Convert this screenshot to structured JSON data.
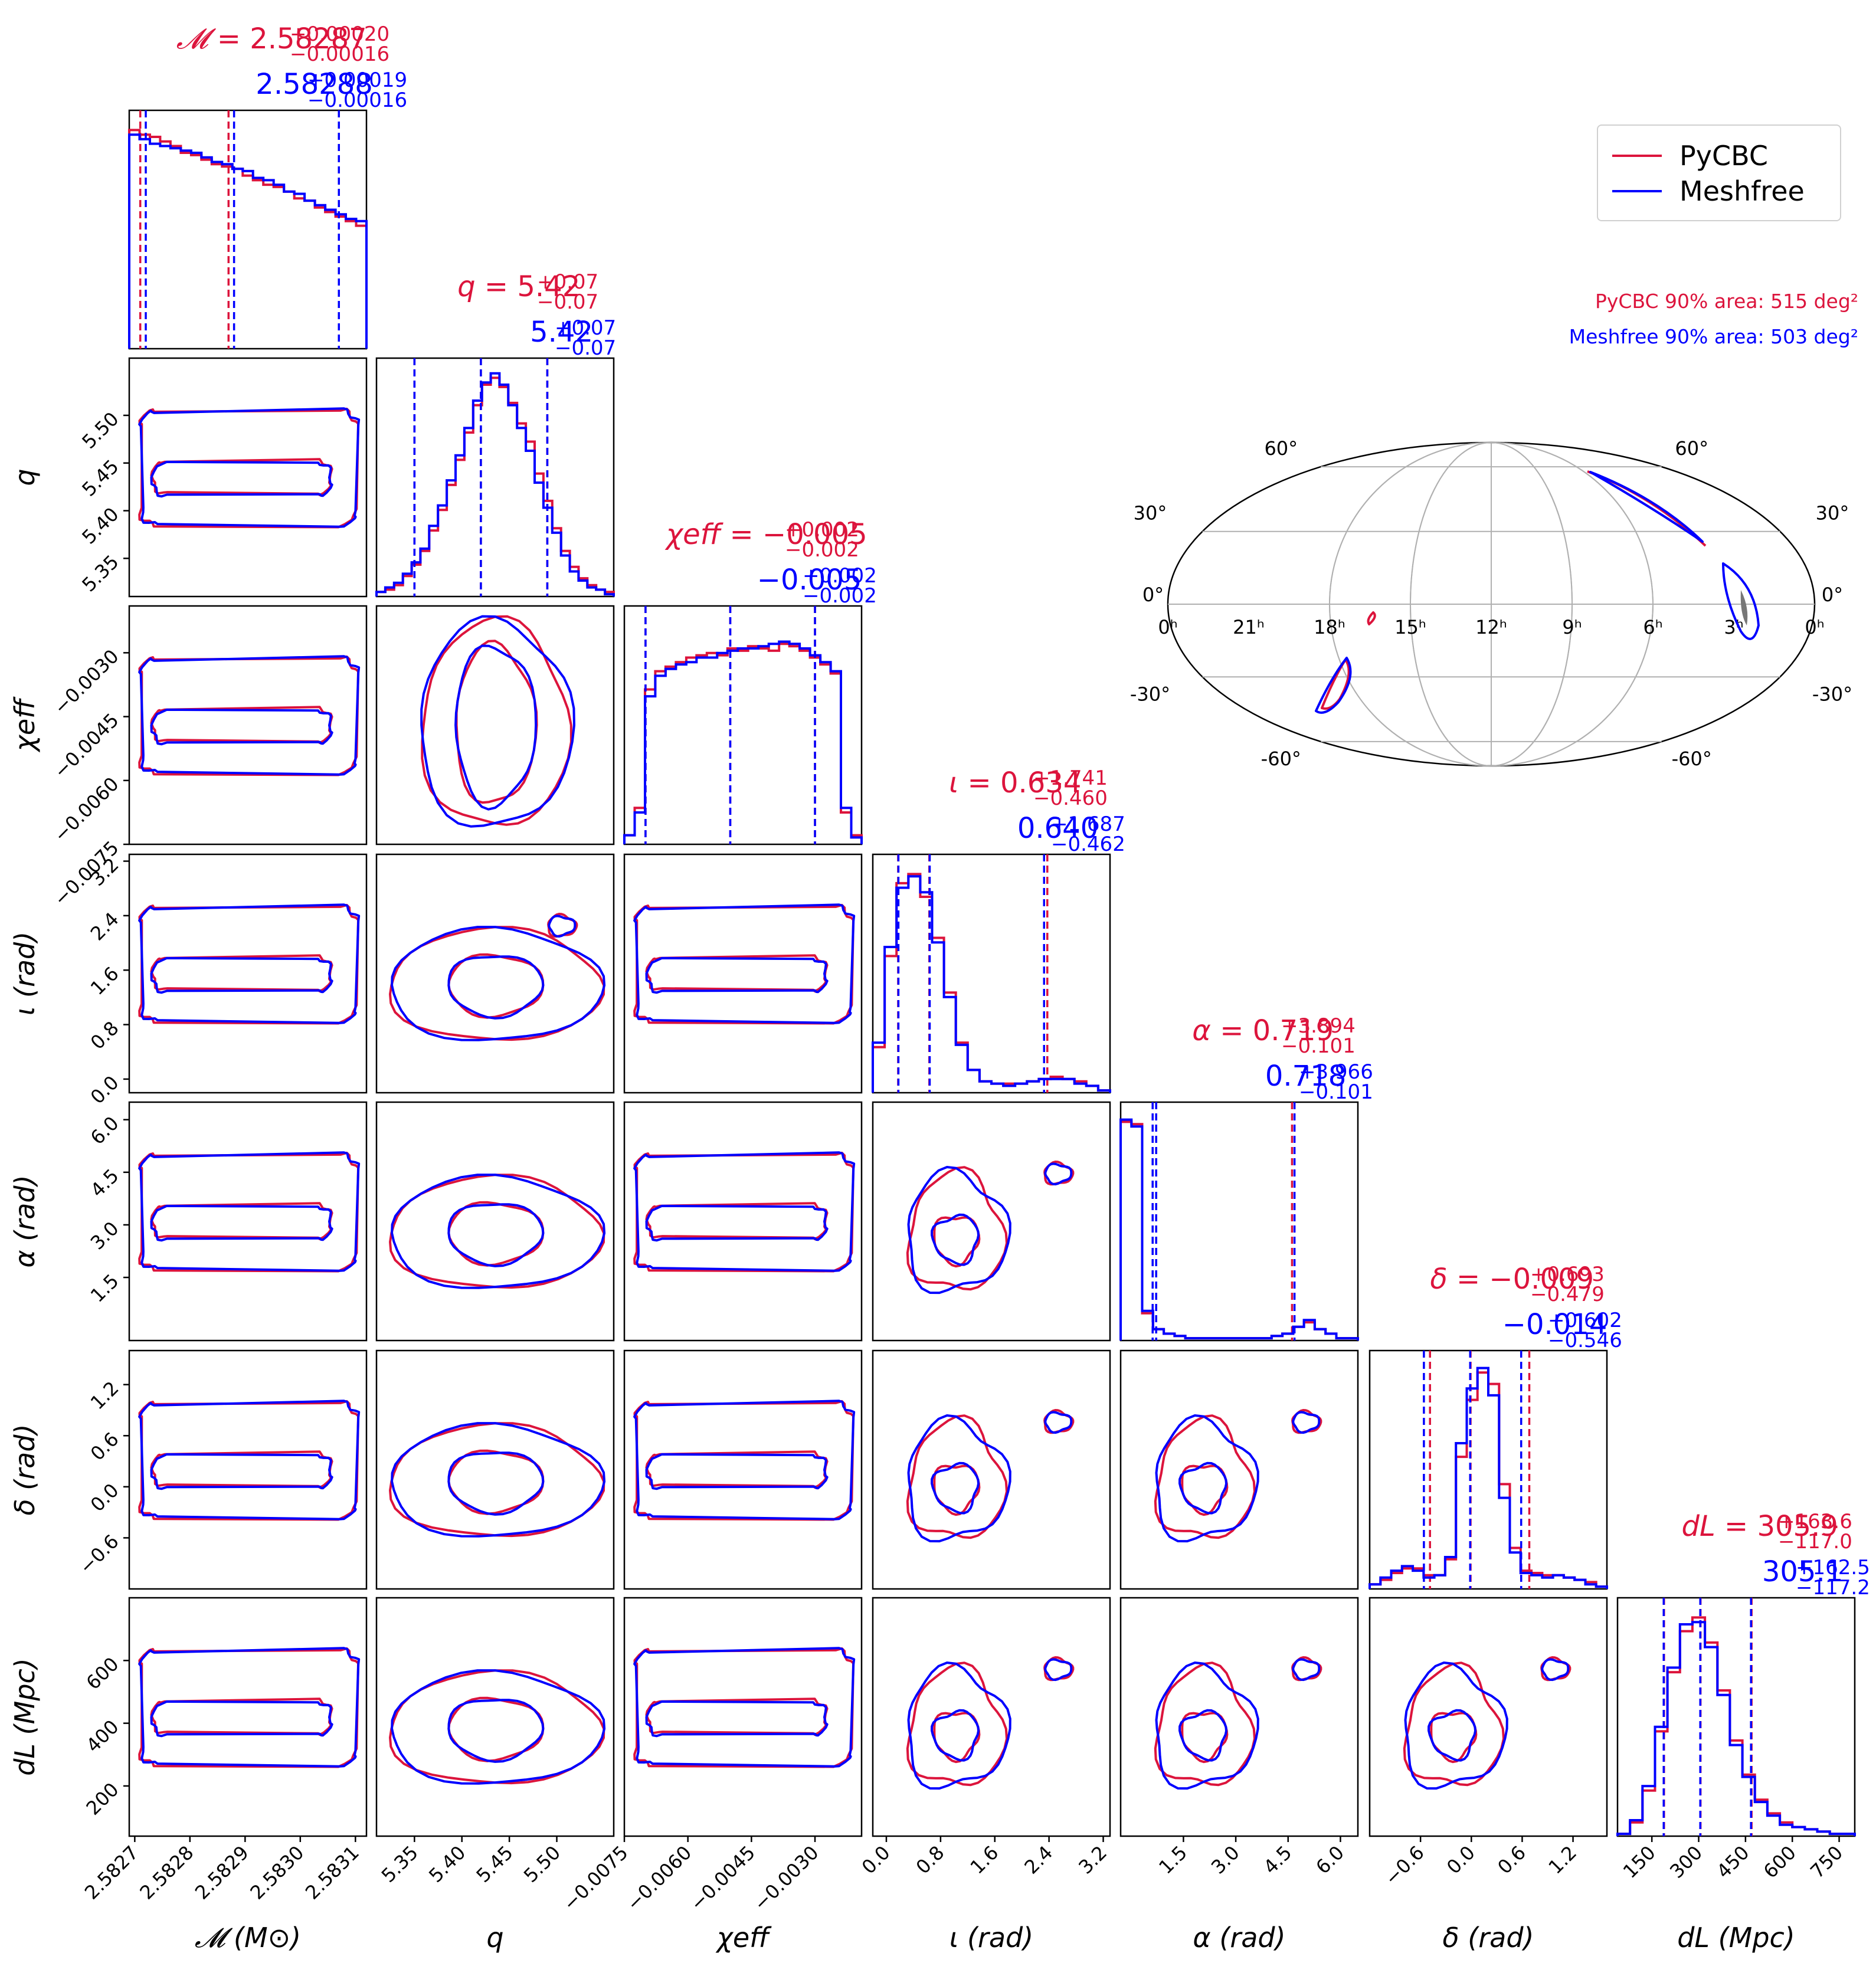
{
  "colors": {
    "pycbc": "#dc143c",
    "meshfree": "#0000ff",
    "grid": "#b0b0b0"
  },
  "legend": {
    "entries": [
      "PyCBC",
      "Meshfree"
    ]
  },
  "skymap": {
    "pycbc_area_label": "PyCBC 90% area: 515 deg²",
    "meshfree_area_label": "Meshfree 90% area: 503 deg²",
    "ra_ticks": [
      "0ʰ",
      "21ʰ",
      "18ʰ",
      "15ʰ",
      "12ʰ",
      "9ʰ",
      "6ʰ",
      "3ʰ",
      "0ʰ"
    ],
    "dec_ticks": [
      "60°",
      "30°",
      "0°",
      "-30°",
      "-60°"
    ]
  },
  "chart_data": {
    "type": "corner",
    "params": [
      {
        "symbol": "𝓜",
        "label": "𝓜 (M⊙)",
        "ylabel": "",
        "range": [
          2.58269,
          2.58312
        ],
        "ticks": [
          "2.5827",
          "2.5828",
          "2.5829",
          "2.5830",
          "2.5831"
        ],
        "tick_values": [
          2.5827,
          2.5828,
          2.5829,
          2.583,
          2.5831
        ],
        "pycbc": {
          "median": "2.58287",
          "plus": "+0.00020",
          "minus": "−0.00016"
        },
        "meshfree": {
          "median": "2.58288",
          "plus": "+0.00019",
          "minus": "−0.00016"
        }
      },
      {
        "symbol": "q",
        "label": "q",
        "ylabel": "q",
        "range": [
          5.31,
          5.56
        ],
        "ticks": [
          "5.35",
          "5.40",
          "5.45",
          "5.50"
        ],
        "tick_values": [
          5.35,
          5.4,
          5.45,
          5.5
        ],
        "pycbc": {
          "median": "5.42",
          "plus": "+0.07",
          "minus": "−0.07"
        },
        "meshfree": {
          "median": "5.42",
          "plus": "+0.07",
          "minus": "−0.07"
        }
      },
      {
        "symbol": "χeff",
        "label": "χeff",
        "ylabel": "χeff",
        "range": [
          -0.0075,
          -0.0019
        ],
        "ticks": [
          "−0.0075",
          "−0.0060",
          "−0.0045",
          "−0.0030"
        ],
        "tick_values": [
          -0.0075,
          -0.006,
          -0.0045,
          -0.003
        ],
        "pycbc": {
          "median": "−0.005",
          "plus": "+0.002",
          "minus": "−0.002"
        },
        "meshfree": {
          "median": "−0.005",
          "plus": "+0.002",
          "minus": "−0.002"
        }
      },
      {
        "symbol": "ι",
        "label": "ι (rad)",
        "ylabel": "ι (rad)",
        "range": [
          -0.2,
          3.3
        ],
        "ticks": [
          "0.0",
          "0.8",
          "1.6",
          "2.4",
          "3.2"
        ],
        "tick_values": [
          0.0,
          0.8,
          1.6,
          2.4,
          3.2
        ],
        "pycbc": {
          "median": "0.634",
          "plus": "+1.741",
          "minus": "−0.460"
        },
        "meshfree": {
          "median": "0.640",
          "plus": "+1.687",
          "minus": "−0.462"
        }
      },
      {
        "symbol": "α",
        "label": "α (rad)",
        "ylabel": "α (rad)",
        "range": [
          -0.3,
          6.5
        ],
        "ticks": [
          "1.5",
          "3.0",
          "4.5",
          "6.0"
        ],
        "tick_values": [
          1.5,
          3.0,
          4.5,
          6.0
        ],
        "pycbc": {
          "median": "0.719",
          "plus": "+3.894",
          "minus": "−0.101"
        },
        "meshfree": {
          "median": "0.718",
          "plus": "+3.966",
          "minus": "−0.101"
        }
      },
      {
        "symbol": "δ",
        "label": "δ (rad)",
        "ylabel": "δ (rad)",
        "range": [
          -1.2,
          1.6
        ],
        "ticks": [
          "−0.6",
          "0.0",
          "0.6",
          "1.2"
        ],
        "tick_values": [
          -0.6,
          0.0,
          0.6,
          1.2
        ],
        "pycbc": {
          "median": "−0.009",
          "plus": "+0.693",
          "minus": "−0.479"
        },
        "meshfree": {
          "median": "−0.014",
          "plus": "+0.602",
          "minus": "−0.546"
        }
      },
      {
        "symbol": "dL",
        "label": "dL (Mpc)",
        "ylabel": "dL (Mpc)",
        "range": [
          40,
          800
        ],
        "ticks": [
          "150",
          "300",
          "450",
          "600",
          "750"
        ],
        "tick_values": [
          150,
          300,
          450,
          600,
          750
        ],
        "pycbc": {
          "median": "305.9",
          "plus": "+163.6",
          "minus": "−117.0"
        },
        "meshfree": {
          "median": "305.1",
          "plus": "+162.5",
          "minus": "−117.2"
        }
      }
    ],
    "left_ticks": {
      "1": [
        "5.35",
        "5.40",
        "5.45",
        "5.50"
      ],
      "2": [
        "−0.0075",
        "−0.0060",
        "−0.0045",
        "−0.0030"
      ],
      "3": [
        "0.0",
        "0.8",
        "1.6",
        "2.4",
        "3.2"
      ],
      "4": [
        "1.5",
        "3.0",
        "4.5",
        "6.0"
      ],
      "5": [
        "−0.6",
        "0.0",
        "0.6",
        "1.2"
      ],
      "6": [
        "200",
        "400",
        "600"
      ]
    },
    "left_tick_values": {
      "1": [
        5.35,
        5.4,
        5.45,
        5.5
      ],
      "2": [
        -0.0075,
        -0.006,
        -0.0045,
        -0.003
      ],
      "3": [
        0.0,
        0.8,
        1.6,
        2.4,
        3.2
      ],
      "4": [
        1.5,
        3.0,
        4.5,
        6.0
      ],
      "5": [
        -0.6,
        0.0,
        0.6,
        1.2
      ],
      "6": [
        200,
        400,
        600
      ]
    },
    "histograms": {
      "0": {
        "pycbc": [
          9.6,
          9.4,
          9.3,
          9.1,
          8.9,
          8.6,
          8.5,
          8.3,
          8.1,
          8.0,
          7.9,
          7.6,
          7.4,
          7.2,
          7.1,
          6.9,
          6.6,
          6.5,
          6.2,
          6.0,
          5.8,
          5.6,
          5.4
        ],
        "meshfree": [
          9.4,
          9.2,
          9.0,
          8.9,
          8.8,
          8.7,
          8.6,
          8.4,
          8.2,
          8.1,
          7.9,
          7.8,
          7.5,
          7.4,
          7.2,
          6.9,
          6.8,
          6.5,
          6.3,
          6.1,
          5.9,
          5.7,
          5.6
        ]
      },
      "1": {
        "pycbc": [
          0.2,
          0.3,
          0.5,
          0.9,
          1.4,
          2.0,
          2.9,
          3.8,
          4.9,
          6.0,
          7.2,
          8.4,
          9.3,
          9.6,
          9.2,
          8.5,
          7.6,
          6.8,
          5.4,
          4.2,
          3.0,
          2.0,
          1.3,
          0.8,
          0.5,
          0.3,
          0.2
        ],
        "meshfree": [
          0.2,
          0.4,
          0.6,
          1.0,
          1.5,
          2.1,
          3.1,
          4.0,
          5.1,
          6.2,
          7.4,
          8.6,
          9.4,
          9.8,
          9.3,
          8.4,
          7.4,
          6.4,
          5.0,
          3.9,
          2.8,
          1.8,
          1.1,
          0.7,
          0.4,
          0.3,
          0.1
        ]
      },
      "2": {
        "pycbc": [
          0.4,
          1.6,
          6.8,
          7.6,
          7.8,
          8.0,
          8.2,
          8.3,
          8.4,
          8.3,
          8.6,
          8.5,
          8.7,
          8.6,
          8.5,
          8.8,
          8.7,
          8.5,
          8.2,
          7.9,
          7.5,
          1.4,
          0.4
        ],
        "meshfree": [
          0.4,
          1.4,
          6.5,
          7.4,
          7.7,
          7.9,
          8.0,
          8.2,
          8.2,
          8.4,
          8.5,
          8.6,
          8.6,
          8.7,
          8.8,
          8.9,
          8.8,
          8.6,
          8.3,
          8.0,
          7.6,
          1.6,
          0.3
        ]
      },
      "3": {
        "pycbc": [
          2.0,
          6.0,
          9.2,
          9.6,
          8.6,
          6.8,
          4.4,
          2.2,
          1.0,
          0.5,
          0.4,
          0.4,
          0.4,
          0.5,
          0.6,
          0.7,
          0.6,
          0.5,
          0.3,
          0.1
        ],
        "meshfree": [
          2.2,
          6.4,
          9.0,
          9.5,
          8.8,
          6.6,
          4.2,
          2.1,
          1.0,
          0.5,
          0.4,
          0.3,
          0.4,
          0.5,
          0.6,
          0.6,
          0.6,
          0.4,
          0.3,
          0.1
        ]
      },
      "4": {
        "pycbc": [
          9.6,
          9.5,
          1.2,
          0.5,
          0.3,
          0.2,
          0.1,
          0.1,
          0.1,
          0.1,
          0.1,
          0.1,
          0.1,
          0.1,
          0.2,
          0.3,
          0.6,
          0.8,
          0.5,
          0.3,
          0.1,
          0.1
        ],
        "meshfree": [
          9.7,
          9.4,
          1.3,
          0.5,
          0.3,
          0.2,
          0.1,
          0.1,
          0.1,
          0.1,
          0.1,
          0.1,
          0.1,
          0.1,
          0.2,
          0.3,
          0.6,
          0.9,
          0.5,
          0.3,
          0.1,
          0.1
        ]
      },
      "5": {
        "pycbc": [
          0.2,
          0.4,
          0.7,
          0.9,
          0.9,
          0.6,
          0.6,
          1.3,
          5.8,
          8.3,
          9.5,
          9.0,
          4.6,
          1.8,
          0.8,
          0.7,
          0.6,
          0.6,
          0.5,
          0.4,
          0.3,
          0.1
        ],
        "meshfree": [
          0.2,
          0.5,
          0.8,
          1.0,
          0.8,
          0.5,
          0.6,
          1.4,
          6.4,
          8.8,
          9.7,
          8.5,
          4.0,
          1.6,
          0.7,
          0.6,
          0.5,
          0.6,
          0.5,
          0.4,
          0.2,
          0.1
        ]
      },
      "6": {
        "pycbc": [
          0.1,
          0.6,
          2.0,
          4.6,
          7.2,
          9.0,
          9.6,
          8.5,
          6.4,
          4.2,
          2.7,
          1.6,
          1.0,
          0.6,
          0.4,
          0.3,
          0.2,
          0.1,
          0.1
        ],
        "meshfree": [
          0.1,
          0.7,
          2.2,
          4.8,
          7.4,
          9.3,
          9.4,
          8.3,
          6.2,
          4.0,
          2.6,
          1.5,
          0.9,
          0.5,
          0.4,
          0.3,
          0.2,
          0.1,
          0.1
        ]
      }
    },
    "quantiles": {
      "0": {
        "pycbc": [
          2.58271,
          2.58287,
          2.58307
        ],
        "meshfree": [
          2.58272,
          2.58288,
          2.58307
        ]
      },
      "1": {
        "pycbc": [
          5.35,
          5.42,
          5.49
        ],
        "meshfree": [
          5.35,
          5.42,
          5.49
        ]
      },
      "2": {
        "pycbc": [
          -0.007,
          -0.005,
          -0.003
        ],
        "meshfree": [
          -0.007,
          -0.005,
          -0.003
        ]
      },
      "3": {
        "pycbc": [
          0.174,
          0.634,
          2.375
        ],
        "meshfree": [
          0.178,
          0.64,
          2.327
        ]
      },
      "4": {
        "pycbc": [
          0.618,
          0.719,
          4.613
        ],
        "meshfree": [
          0.617,
          0.718,
          4.684
        ]
      },
      "5": {
        "pycbc": [
          -0.488,
          -0.009,
          0.684
        ],
        "meshfree": [
          -0.56,
          -0.014,
          0.588
        ]
      },
      "6": {
        "pycbc": [
          188.9,
          305.9,
          469.5
        ],
        "meshfree": [
          187.9,
          305.1,
          467.6
        ]
      }
    }
  }
}
